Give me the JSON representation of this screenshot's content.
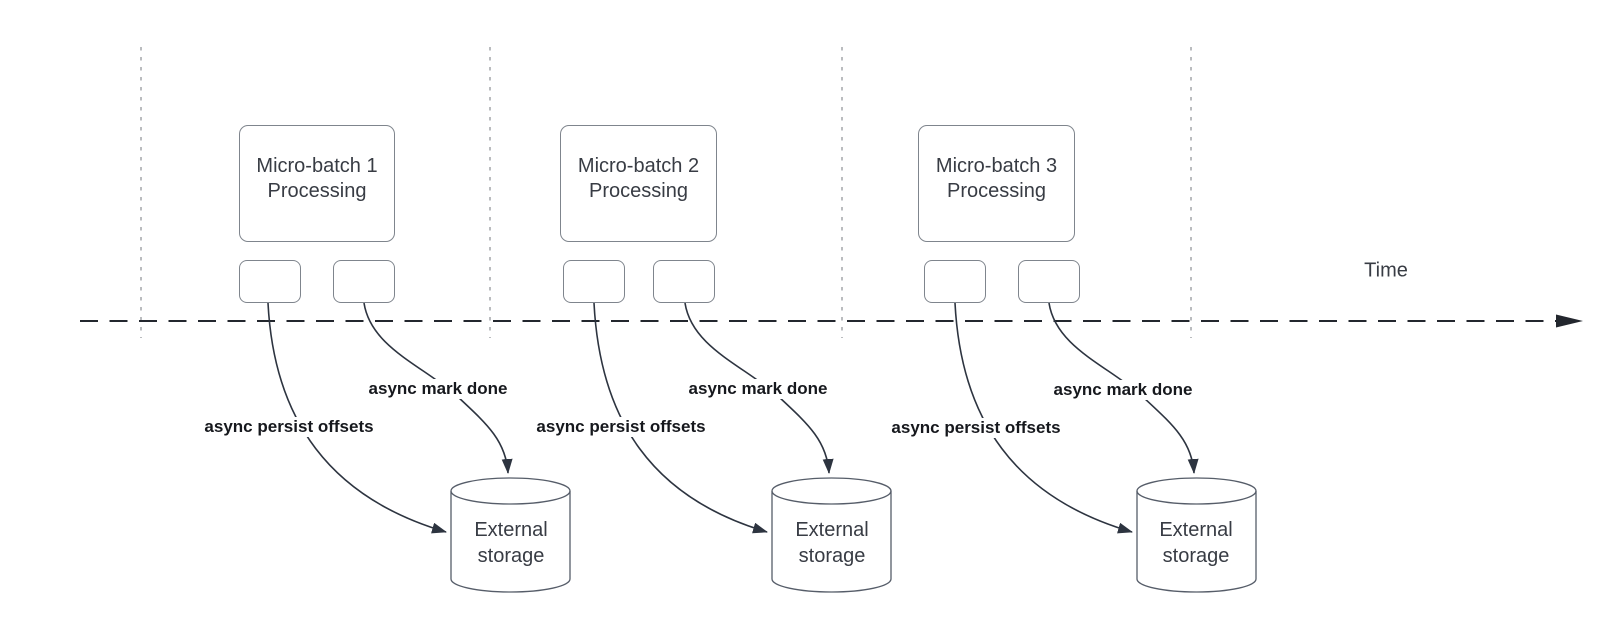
{
  "timeline": {
    "label": "Time"
  },
  "groups": [
    {
      "title_line1": "Micro-batch 1",
      "title_line2": "Processing",
      "persist_label": "async persist offsets",
      "done_label": "async mark done",
      "storage_line1": "External",
      "storage_line2": "storage"
    },
    {
      "title_line1": "Micro-batch 2",
      "title_line2": "Processing",
      "persist_label": "async persist offsets",
      "done_label": "async mark done",
      "storage_line1": "External",
      "storage_line2": "storage"
    },
    {
      "title_line1": "Micro-batch 3",
      "title_line2": "Processing",
      "persist_label": "async persist offsets",
      "done_label": "async mark done",
      "storage_line1": "External",
      "storage_line2": "storage"
    }
  ],
  "colors": {
    "connector": "#2d3440",
    "shape_border": "#7f858d",
    "guide_line": "#a3a5aa",
    "shape_text": "#383c44",
    "edge_label_text": "#16181d",
    "background": "#ffffff"
  }
}
